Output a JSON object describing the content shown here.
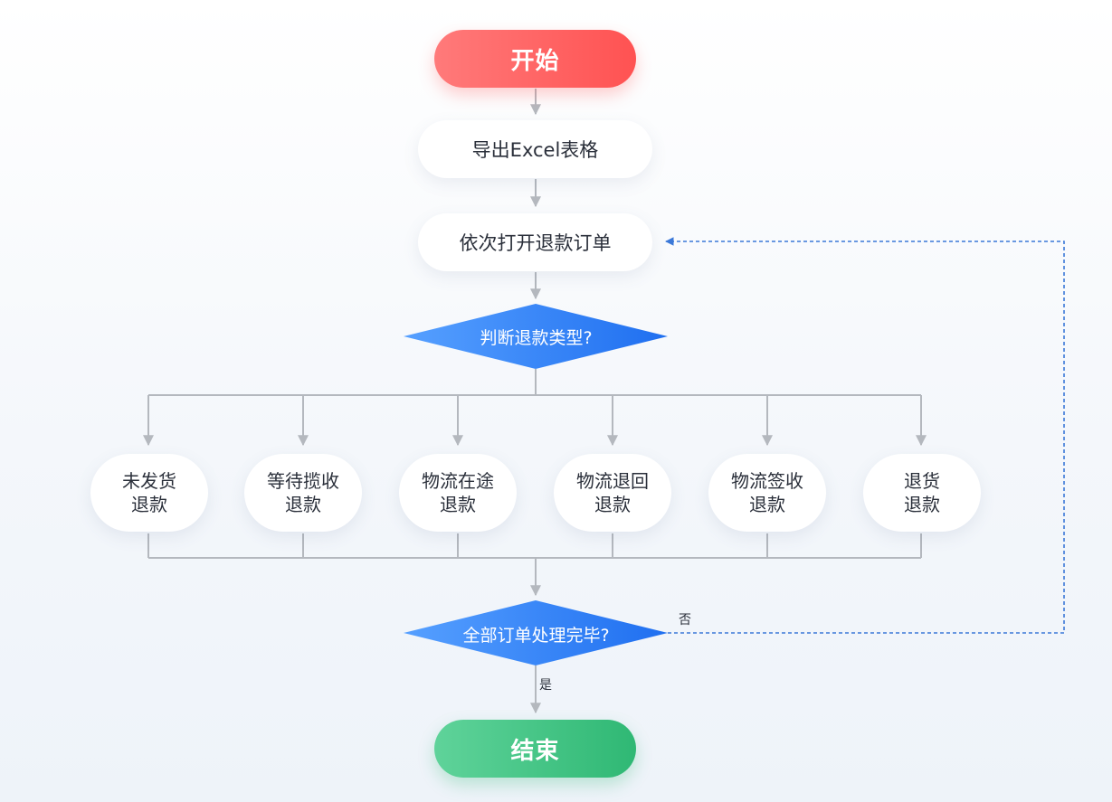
{
  "start": "开始",
  "steps": {
    "export": "导出Excel表格",
    "open_orders": "依次打开退款订单"
  },
  "decisions": {
    "refund_type": "判断退款类型?",
    "all_done": "全部订单处理完毕?"
  },
  "branches": [
    {
      "line1": "未发货",
      "line2": "退款"
    },
    {
      "line1": "等待揽收",
      "line2": "退款"
    },
    {
      "line1": "物流在途",
      "line2": "退款"
    },
    {
      "line1": "物流退回",
      "line2": "退款"
    },
    {
      "line1": "物流签收",
      "line2": "退款"
    },
    {
      "line1": "退货",
      "line2": "退款"
    }
  ],
  "edge_labels": {
    "no": "否",
    "yes": "是"
  },
  "end": "结束",
  "colors": {
    "start": "#ff5a5a",
    "end": "#34bc78",
    "decision": "#2f80f5",
    "connector": "#b4b8be",
    "loop": "#3b78d8"
  }
}
